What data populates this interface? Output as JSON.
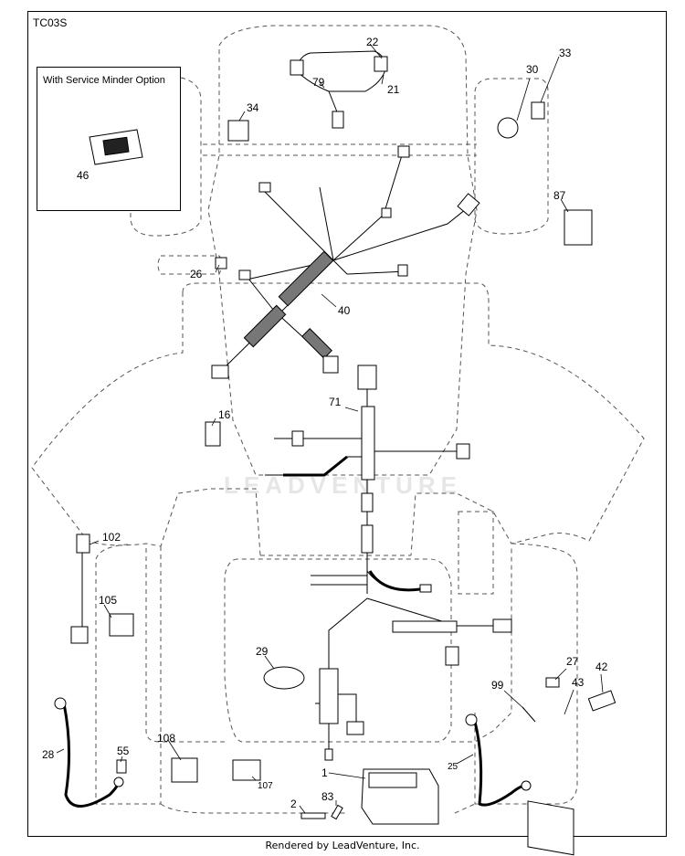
{
  "sheet_id": "TC03S",
  "inset": {
    "title": "With Service Minder Option"
  },
  "watermark": "LEADVENTURE",
  "footer": "Rendered by LeadVenture, Inc.",
  "callouts": [
    "22",
    "79",
    "21",
    "34",
    "30",
    "33",
    "46",
    "87",
    "26",
    "40",
    "71",
    "16",
    "102",
    "105",
    "29",
    "27",
    "43",
    "42",
    "99",
    "28",
    "55",
    "108",
    "107",
    "1",
    "25",
    "2",
    "83"
  ],
  "colors": {
    "line": "#000000",
    "dash": "#555555",
    "watermark": "#e6e6e6"
  }
}
